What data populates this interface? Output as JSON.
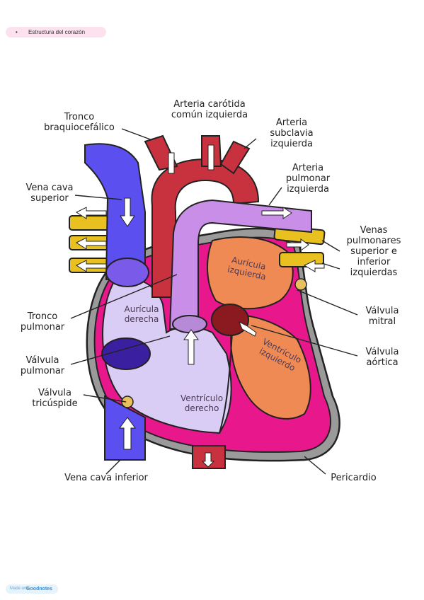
{
  "header": {
    "bullet": "•",
    "title": "Estructura del corazón"
  },
  "labels": {
    "tronco_braquio": "Tronco\nbraquiocefálico",
    "carotida": "Arteria carótida\ncomún izquierda",
    "subclavia": "Arteria\nsubclavia\nizquierda",
    "vena_cava_sup": "Vena cava\nsuperior",
    "pulmonar_izq": "Arteria\npulmonar\nizquierda",
    "venas_pulm": "Venas\npulmonares\nsuperior e\ninferior\nizquierdas",
    "tronco_pulm": "Tronco\npulmonar",
    "valv_mitral": "Válvula\nmitral",
    "valv_pulmonar": "Válvula\npulmonar",
    "valv_aortica": "Válvula\naórtica",
    "valv_tricuspide": "Válvula\ntricúspide",
    "vena_cava_inf": "Vena cava inferior",
    "pericardio": "Pericardio"
  },
  "inner_labels": {
    "auricula_der": "Aurícula\nderecha",
    "auricula_izq": "Aurícula\nizquierda",
    "ventriculo_izq": "Ventrículo\nizquierdo",
    "ventriculo_der": "Ventrículo\nderecho"
  },
  "footer": {
    "prefix": "Made with",
    "brand": "Goodnotes"
  },
  "colors": {
    "vein_blue": "#5b4ff0",
    "artery_red": "#c8323f",
    "pulm_purple": "#c98ee8",
    "pulm_vein_gold": "#e8c020",
    "ventricle_pink": "#e8188c",
    "left_atrium_orange": "#f08a55",
    "right_chamber_lilac": "#d9ccf5",
    "pericardium_gray": "#9a9a9a"
  }
}
